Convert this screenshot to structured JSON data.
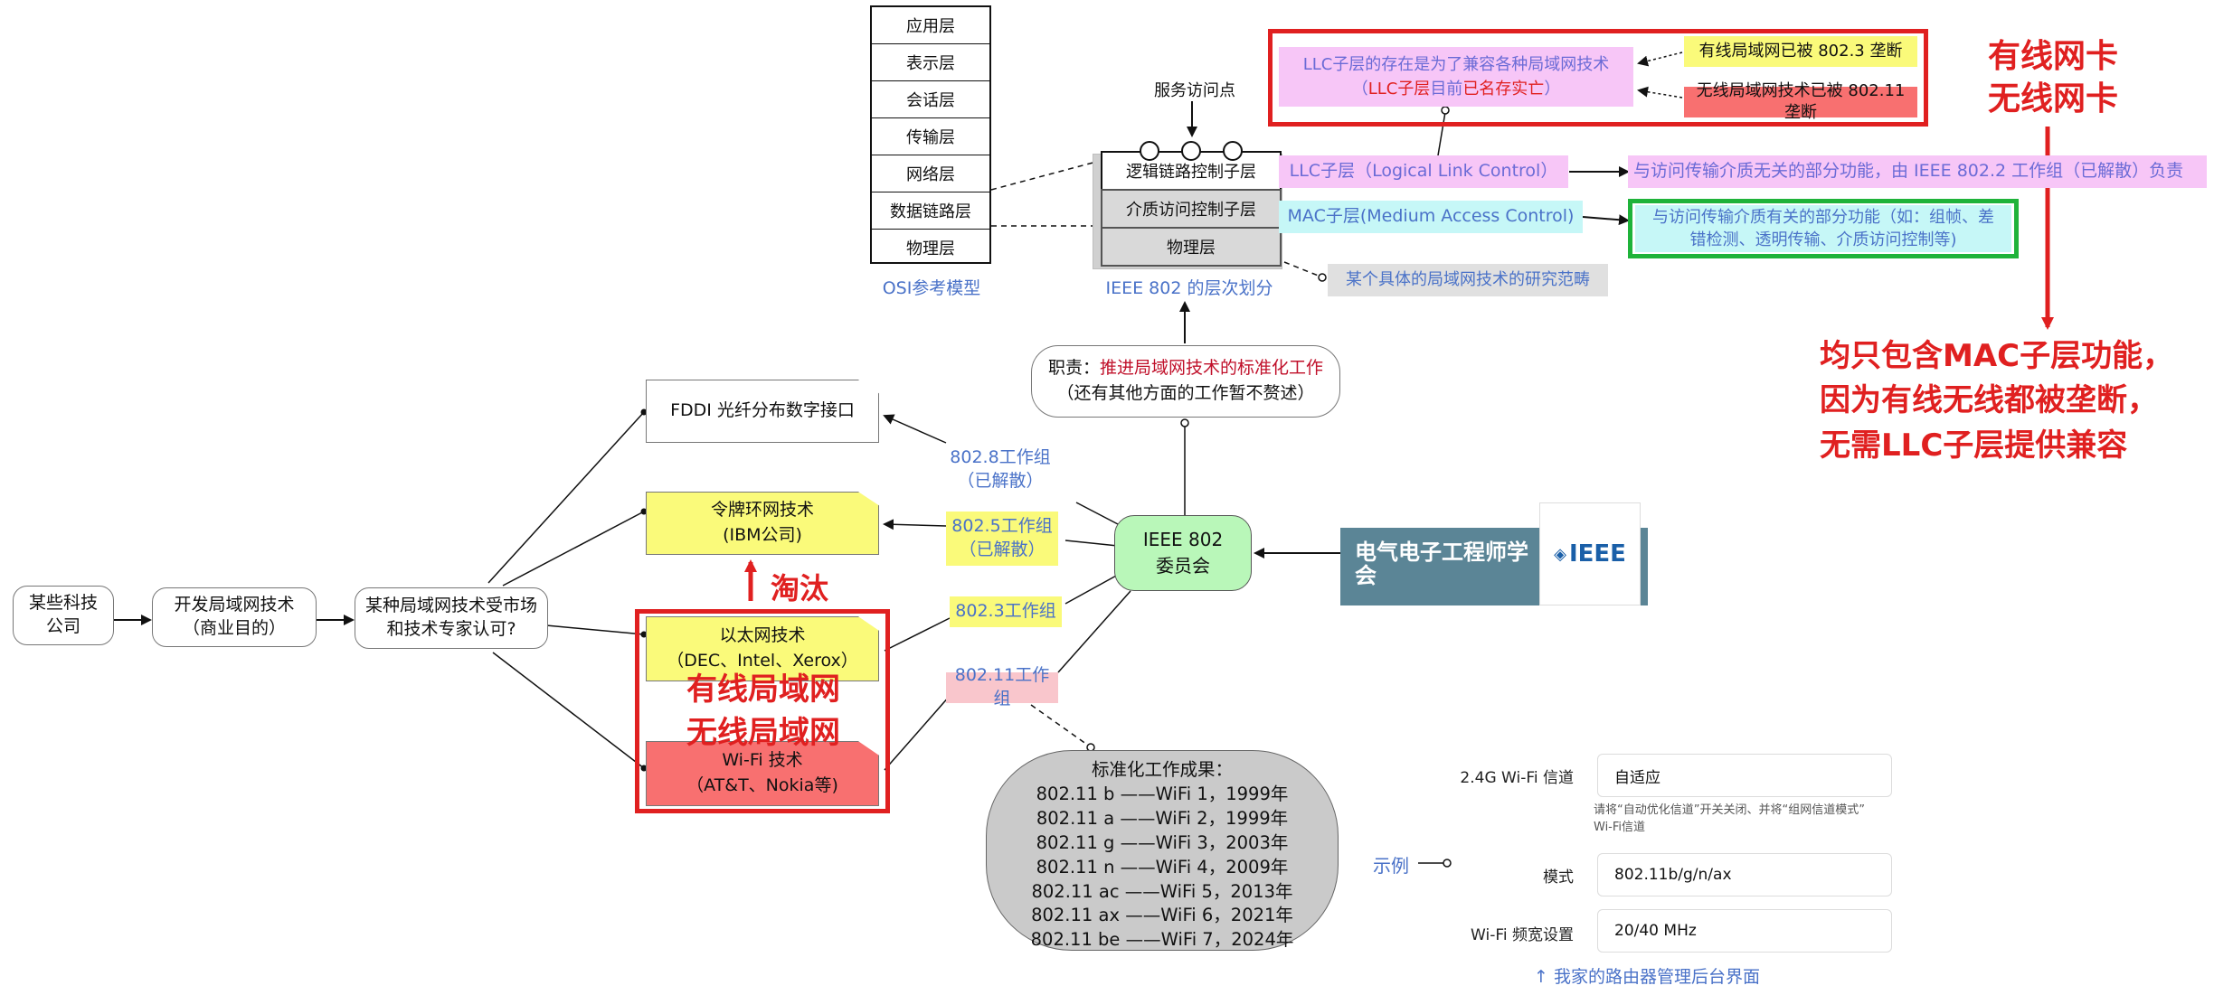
{
  "osi": {
    "layers": [
      "应用层",
      "表示层",
      "会话层",
      "传输层",
      "网络层",
      "数据链路层",
      "物理层"
    ],
    "caption": "OSI参考模型"
  },
  "ieee802_layers": {
    "sap_label": "服务访问点",
    "llc": "逻辑链路控制子层",
    "mac": "介质访问控制子层",
    "phy": "物理层",
    "caption": "IEEE 802 的层次划分"
  },
  "llc_note": {
    "line1": "LLC子层的存在是为了兼容各种局域网技术",
    "line2_open": "（",
    "line2_red": "LLC子层",
    "line2_mid": "目前",
    "line2_red2": "已名存实亡",
    "line2_close": "）",
    "wired": "有线局域网已被 802.3 垄断",
    "wireless": "无线局域网技术已被 802.11 垄断"
  },
  "nic": {
    "line1": "有线网卡",
    "line2": "无线网卡"
  },
  "llc_row": {
    "label": "LLC子层（Logical Link Control）",
    "desc": "与访问传输介质无关的部分功能，由 IEEE 802.2 工作组（已解散）负责"
  },
  "mac_row": {
    "label": "MAC子层(Medium Access Control)",
    "desc_line1": "与访问传输介质有关的部分功能（如：组帧、差",
    "desc_line2": "错检测、透明传输、介质访问控制等)"
  },
  "scope_note": "某个具体的局域网技术的研究范畴",
  "conclusion": {
    "line1": "均只包含MAC子层功能，",
    "line2": "因为有线无线都被垄断，",
    "line3": "无需LLC子层提供兼容"
  },
  "duty": {
    "prefix": "职责：",
    "highlight": "推进局域网技术的标准化工作",
    "line2": "（还有其他方面的工作暂不赘述）"
  },
  "committee": {
    "line1": "IEEE 802",
    "line2": "委员会"
  },
  "ieee_org": {
    "name_line1": "电气电子工程师学",
    "name_line2": "会",
    "logo": "IEEE"
  },
  "flow": {
    "company": {
      "line1": "某些科技",
      "line2": "公司"
    },
    "develop": {
      "line1": "开发局域网技术",
      "line2": "（商业目的）"
    },
    "approve": {
      "line1": "某种局域网技术受市场",
      "line2": "和技术专家认可?"
    }
  },
  "techs": {
    "fddi": "FDDI 光纤分布数字接口",
    "token_ring": {
      "line1": "令牌环网技术",
      "line2": "(IBM公司)"
    },
    "ethernet": {
      "line1": "以太网技术",
      "line2": "（DEC、Intel、Xerox）"
    },
    "wifi": {
      "line1": "Wi-Fi 技术",
      "line2": "（AT&T、Nokia等)"
    }
  },
  "groups": {
    "g8028": {
      "line1": "802.8工作组",
      "line2": "（已解散）"
    },
    "g8025": {
      "line1": "802.5工作组",
      "line2": "（已解散）"
    },
    "g8023": "802.3工作组",
    "g80211": "802.11工作组"
  },
  "eliminated": "淘汰",
  "wired_wireless": {
    "line1": "有线局域网",
    "line2": "无线局域网"
  },
  "standards": {
    "title": "标准化工作成果：",
    "items": [
      "802.11 b ——WiFi 1，1999年",
      "802.11 a ——WiFi 2，1999年",
      "802.11 g ——WiFi 3，2003年",
      "802.11 n ——WiFi 4，2009年",
      "802.11 ac ——WiFi 5，2013年",
      "802.11 ax ——WiFi 6，2021年",
      "802.11 be ——WiFi 7，2024年"
    ]
  },
  "example_label": "示例",
  "router": {
    "channel_label": "2.4G Wi-Fi 信道",
    "channel_value": "自适应",
    "channel_hint_line1": "请将“自动优化信道”开关关闭、并将“组网信道模式”",
    "channel_hint_line2": "Wi-Fi信道",
    "mode_label": "模式",
    "mode_value": "802.11b/g/n/ax",
    "bw_label": "Wi-Fi 频宽设置",
    "bw_value": "20/40 MHz",
    "caption": "↑ 我家的路由器管理后台界面"
  },
  "colors": {
    "red": "#e02020",
    "blue_text": "#4a72c8",
    "pink_bg": "#f7c6f7",
    "cyan_bg": "#c6f7f7",
    "yellow_bg": "#fafa7a",
    "green_border": "#1fb33a"
  }
}
